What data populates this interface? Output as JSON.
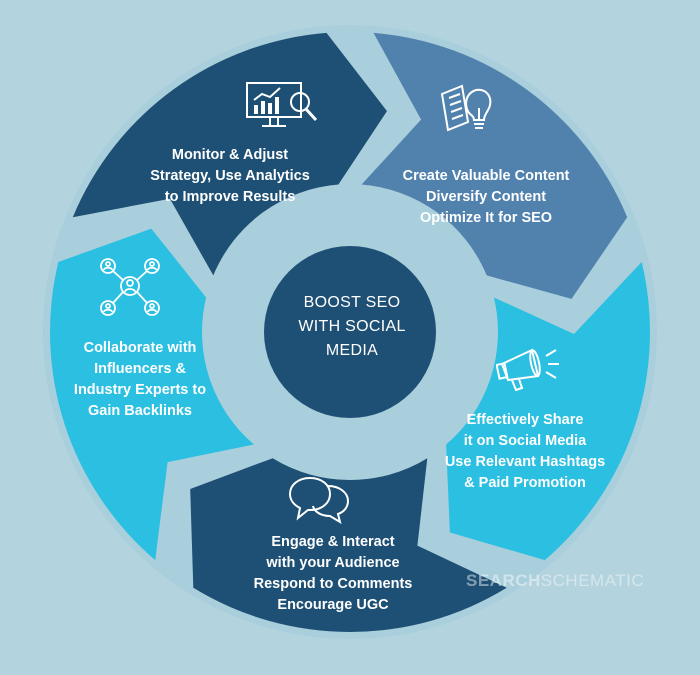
{
  "center": {
    "lines": [
      "BOOST SEO",
      "WITH SOCIAL",
      "MEDIA"
    ]
  },
  "segments": [
    {
      "name": "monitor",
      "color": "#1e4f74",
      "icon": "analytics-chart-magnifier-icon",
      "lines": [
        "Monitor & Adjust",
        "Strategy, Use Analytics",
        "to Improve Results"
      ]
    },
    {
      "name": "content",
      "color": "#5181ad",
      "icon": "document-lightbulb-icon",
      "lines": [
        "Create Valuable Content",
        "Diversify Content",
        "Optimize It for SEO"
      ]
    },
    {
      "name": "share",
      "color": "#2bbfe1",
      "icon": "megaphone-icon",
      "lines": [
        "Effectively Share",
        "it on Social Media",
        "Use Relevant Hashtags",
        "& Paid Promotion"
      ]
    },
    {
      "name": "engage",
      "color": "#1e4f74",
      "icon": "chat-bubbles-icon",
      "lines": [
        "Engage & Interact",
        "with your Audience",
        "Respond to Comments",
        "Encourage UGC"
      ]
    },
    {
      "name": "collaborate",
      "color": "#2bbfe1",
      "icon": "network-people-icon",
      "lines": [
        "Collaborate with",
        "Influencers &",
        "Industry Experts to",
        "Gain Backlinks"
      ]
    }
  ],
  "watermark": {
    "bold": "SEARCH",
    "light": "SCHEMATIC"
  },
  "colors": {
    "background": "#b3d3de",
    "ring_gap": "#a9cfdc",
    "center": "#1e4f74"
  }
}
